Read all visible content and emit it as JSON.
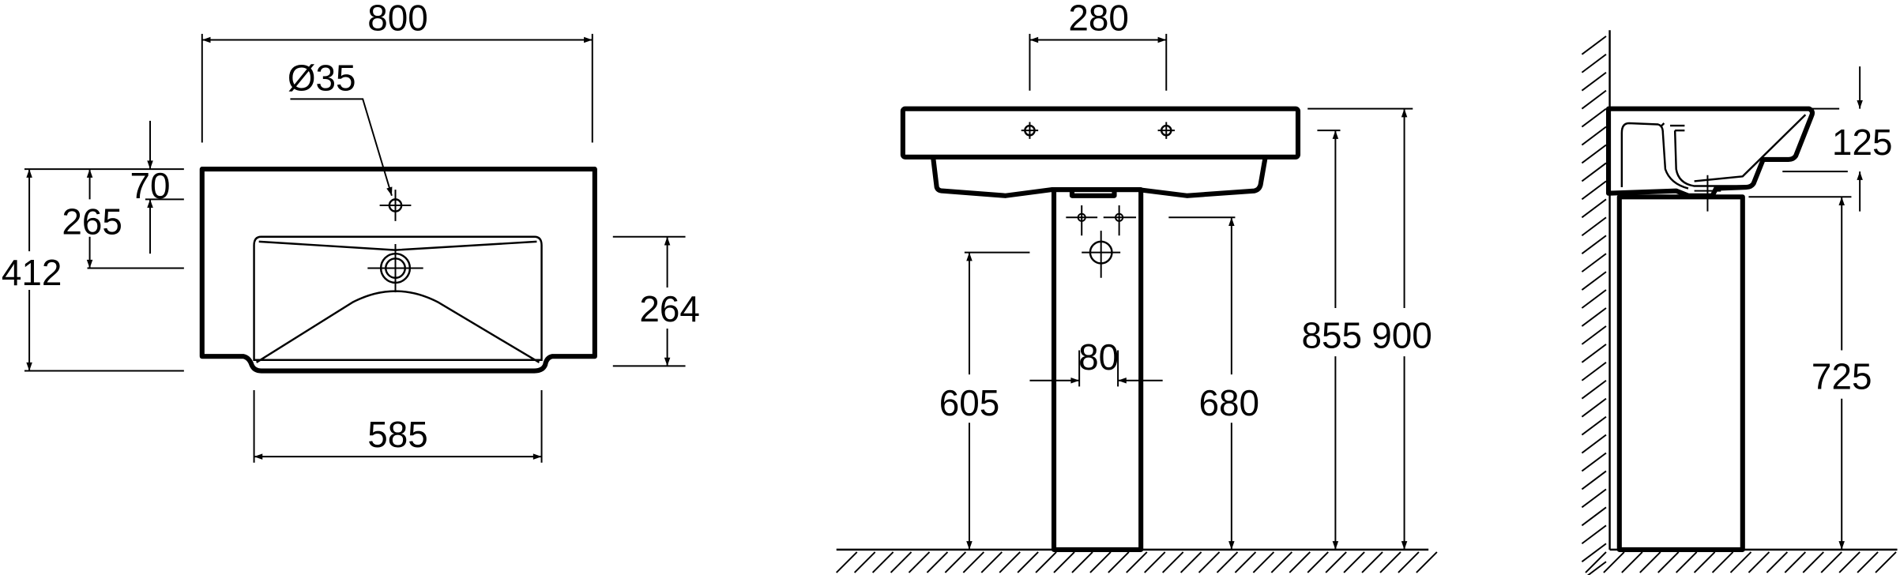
{
  "top_view": {
    "width": "800",
    "hole_diameter": "Ø35",
    "depth_total": "412",
    "drain_offset": "265",
    "tap_hole_offset": "70",
    "bowl_depth": "264",
    "bowl_width": "585"
  },
  "front_view": {
    "tap_spacing": "280",
    "pedestal_width": "80",
    "waste_height": "605",
    "supply_height": "680",
    "bowl_rim_height": "855",
    "overall_height": "900"
  },
  "side_view": {
    "basin_height": "125",
    "pedestal_height": "725"
  }
}
